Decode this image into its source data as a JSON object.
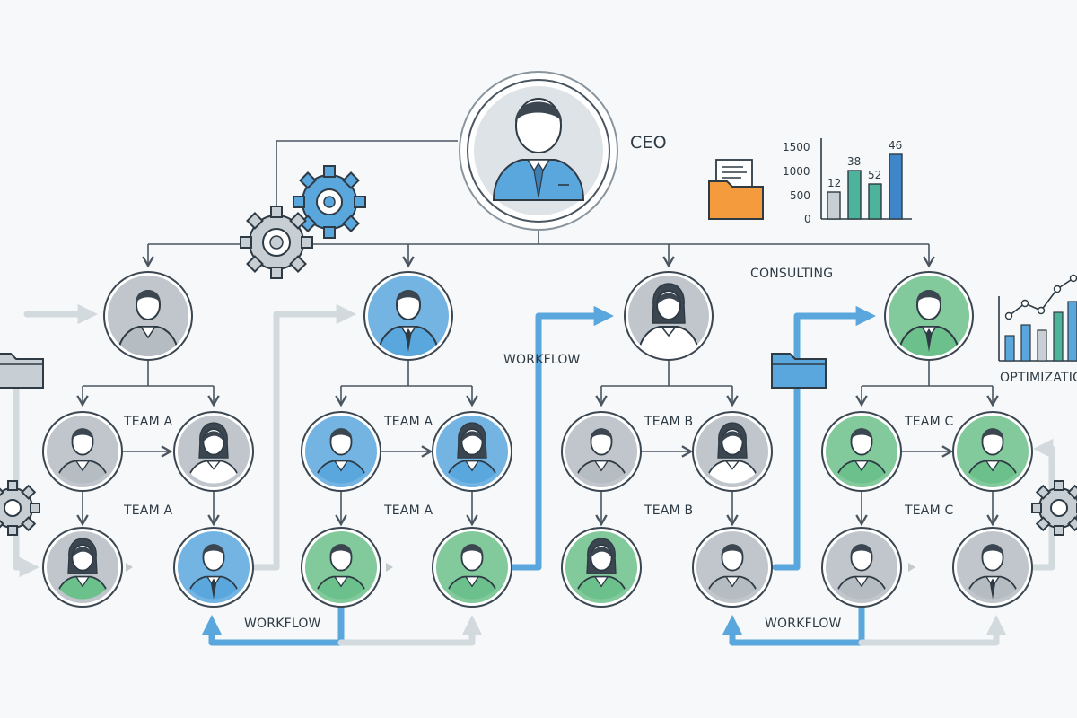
{
  "labels": {
    "ceo": "CEO",
    "consulting": "CONSULTING",
    "workflow_1": "WORKFLOW",
    "workflow_2": "WORKFLOW",
    "workflow_3": "WORKFLOW",
    "optimization": "OPTIMIZATIO",
    "team_a_1": "TEAM A",
    "team_a_2": "TEAM A",
    "team_a_3": "TEAM A",
    "team_a_4": "TEAM A",
    "team_b_1": "TEAM B",
    "team_b_2": "TEAM B",
    "team_c_1": "TEAM C",
    "team_c_2": "TEAM C"
  },
  "colors": {
    "blue": "#5aa7dd",
    "green": "#6cc08b",
    "grey": "#b5bcc2",
    "light_bg": "#dde3e7",
    "orange": "#f39b3d",
    "ink": "#2e3a44",
    "teal": "#4db39a"
  },
  "icons": {
    "gear": "gear-icon",
    "folder": "folder-icon",
    "person": "person-icon"
  },
  "mini_chart": {
    "y_ticks": [
      "1500",
      "1000",
      "500",
      "0"
    ],
    "bar_labels": [
      "12",
      "38",
      "52",
      "46"
    ]
  }
}
